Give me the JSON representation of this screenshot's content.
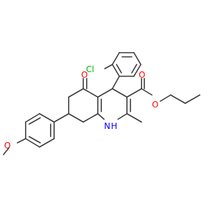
{
  "molecule": {
    "colors": {
      "bond": "#3a3a3a",
      "carbon": "#3a3a3a",
      "oxygen": "#ff0000",
      "nitrogen": "#0000ff",
      "chlorine": "#00b000"
    },
    "atoms": {
      "cl": "Cl",
      "o_ketone": "O",
      "o_ester_carbonyl": "O",
      "o_ester_ether": "O",
      "o_methoxy": "O",
      "n": "N",
      "nh_h": "H"
    }
  }
}
